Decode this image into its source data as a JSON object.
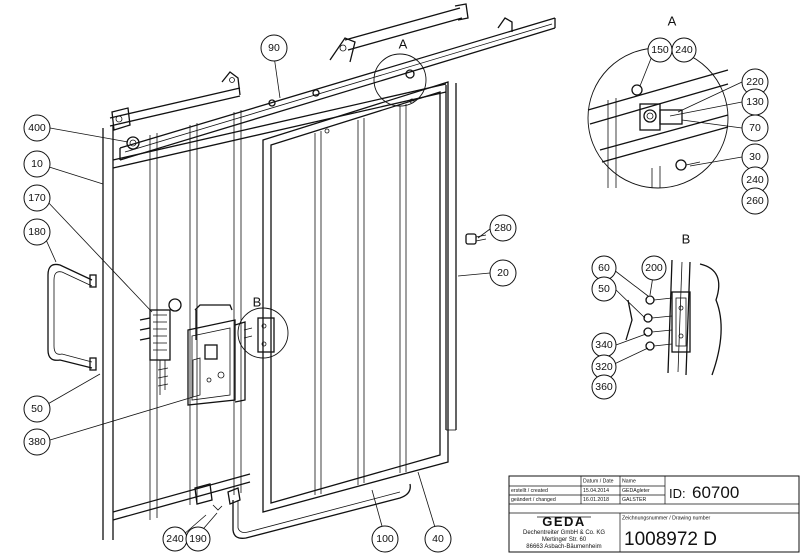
{
  "callouts": [
    "10",
    "20",
    "30",
    "40",
    "50",
    "60",
    "70",
    "90",
    "100",
    "130",
    "150",
    "170",
    "180",
    "190",
    "200",
    "220",
    "240",
    "260",
    "280",
    "320",
    "340",
    "360",
    "380",
    "400"
  ],
  "detail_labels": {
    "a": "A",
    "b": "B"
  },
  "title_block": {
    "col_date": "Datum / Date",
    "col_name": "Name",
    "row_created_label": "erstellt / created",
    "row_created_date": "15.04.2014",
    "row_created_name": "GEDAgleter",
    "row_changed_label": "geändert / changed",
    "row_changed_date": "16.01.2018",
    "row_changed_name": "GALSTER",
    "id_label": "ID:",
    "id_value": "60700",
    "drawing_number_label": "Zeichnungsnummer / Drawing number",
    "drawing_number": "1008972 D",
    "logo": "GEDA",
    "company_line1": "Dechentreiter GmbH & Co. KG",
    "company_line2": "Mertinger Str. 60",
    "company_line3": "86663 Asbach-Bäumenheim"
  }
}
